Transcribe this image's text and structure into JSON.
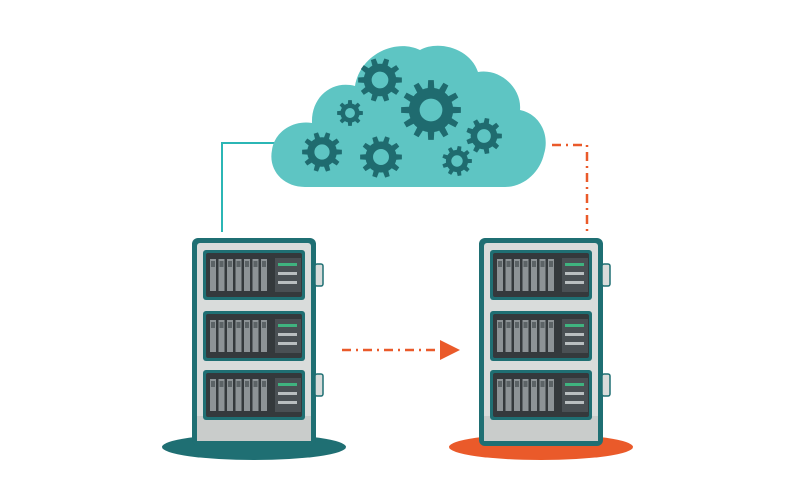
{
  "colors": {
    "cloud": "#5ec5c3",
    "gear": "#1f6b6f",
    "link_primary": "#2bb6b5",
    "link_replica": "#ea5a2a",
    "rack_frame": "#1f6f73",
    "rack_body": "#d9dcdb",
    "rack_panel": "#c9cccb",
    "unit_dark": "#34393c",
    "base_primary": "#1f6f73",
    "base_replica": "#ea5a2a",
    "status_led": "#3fb37f"
  },
  "icons": {
    "cloud": "cloud-icon",
    "gear": "gear-icon",
    "server": "server-rack-icon",
    "arrow": "arrow-right-icon"
  },
  "diagram": {
    "nodes": [
      "cloud",
      "primary-server",
      "replica-server"
    ],
    "edges": [
      {
        "from": "cloud",
        "to": "primary-server",
        "style": "solid"
      },
      {
        "from": "primary-server",
        "to": "replica-server",
        "style": "dash-dot",
        "arrow": true
      },
      {
        "from": "cloud",
        "to": "replica-server",
        "style": "dash-dot"
      }
    ],
    "gear_count": 7,
    "units_per_rack": 3
  }
}
